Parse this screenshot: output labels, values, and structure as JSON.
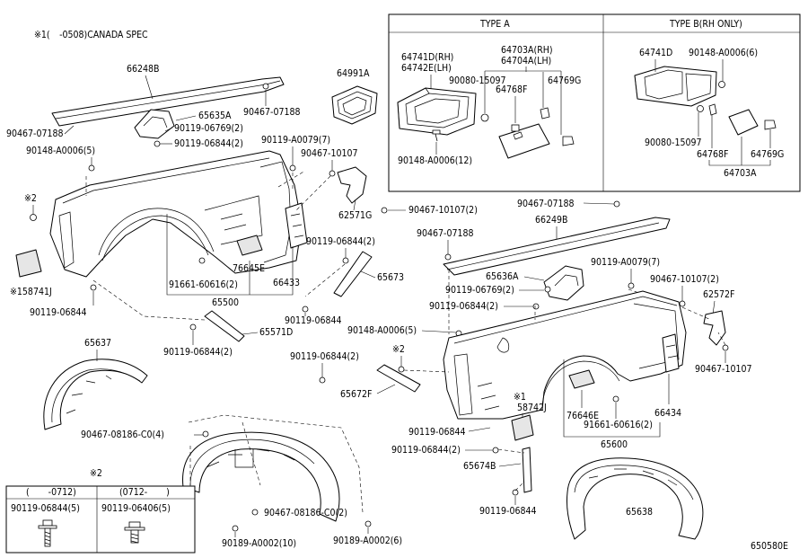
{
  "note_canada": "※1(　-0508)CANADA SPEC",
  "diagram_code": "650580E",
  "inset": {
    "type_a_title": "TYPE A",
    "type_b_title": "TYPE B(RH ONLY)",
    "a_parts": {
      "p64741D": "64741D(RH)",
      "p64742E": "64742E(LH)",
      "p64703A": "64703A(RH)",
      "p64704A": "64704A(LH)",
      "p90080": "90080-15097",
      "p64768F": "64768F",
      "p64769G": "64769G",
      "p90148": "90148-A0006(12)"
    },
    "b_parts": {
      "p64741D": "64741D",
      "p90148": "90148-A0006(6)",
      "p90080": "90080-15097",
      "p64768F": "64768F",
      "p64769G": "64769G",
      "p64703A": "64703A"
    }
  },
  "labels": {
    "l66248B": "66248B",
    "l64991A": "64991A",
    "l90467_07188_a": "90467-07188",
    "l90467_07188_b": "90467-07188",
    "l65635A": "65635A",
    "l90119_06769_a": "90119-06769(2)",
    "l90119_06844_2a": "90119-06844(2)",
    "l90148_5a": "90148-A0006(5)",
    "l90119_A0079_a": "90119-A0079(7)",
    "l90467_10107_a": "90467-10107",
    "l90467_10107_2a": "90467-10107(2)",
    "l62571G": "62571G",
    "star2": "※2",
    "l158741J": "※158741J",
    "l90119_06844_a": "90119-06844",
    "l76645E": "76645E",
    "l90119_06844_2b": "90119-06844(2)",
    "l65673": "65673",
    "l91661_a": "91661-60616(2)",
    "l66433": "66433",
    "l65500": "65500",
    "l90119_06844_b": "90119-06844",
    "l65571D": "65571D",
    "l65637": "65637",
    "l90119_06844_2c": "90119-06844(2)",
    "l90467_07188_c": "90467-07188",
    "l66249B": "66249B",
    "l90467_07188_d": "90467-07188",
    "l65636A": "65636A",
    "l90119_A0079_b": "90119-A0079(7)",
    "l90119_06769_b": "90119-06769(2)",
    "l90119_06844_2d": "90119-06844(2)",
    "l90467_10107_2b": "90467-10107(2)",
    "l62572F": "62572F",
    "l90148_5b": "90148-A0006(5)",
    "l90119_06844_2e": "90119-06844(2)",
    "star2b": "※2",
    "l90467_10107_b": "90467-10107",
    "l65672F": "65672F",
    "star1": "※1",
    "l58742J": "58742J",
    "l76646E": "76646E",
    "l66434": "66434",
    "l91661_b": "91661-60616(2)",
    "l90119_06844_c": "90119-06844",
    "l65600": "65600",
    "l90467_08186_4": "90467-08186-C0(4)",
    "l90119_06844_2f": "90119-06844(2)",
    "l65674B": "65674B",
    "l90467_08186_2": "90467-08186-C0(2)",
    "l90119_06844_d": "90119-06844",
    "l65638": "65638",
    "l90189_10": "90189-A0002(10)",
    "l90189_6": "90189-A0002(6)"
  },
  "screw_table": {
    "title": "※2",
    "col1_header": "(　　-0712)",
    "col2_header": "(0712-　　)",
    "col1_value": "90119-06844(5)",
    "col2_value": "90119-06406(5)"
  }
}
